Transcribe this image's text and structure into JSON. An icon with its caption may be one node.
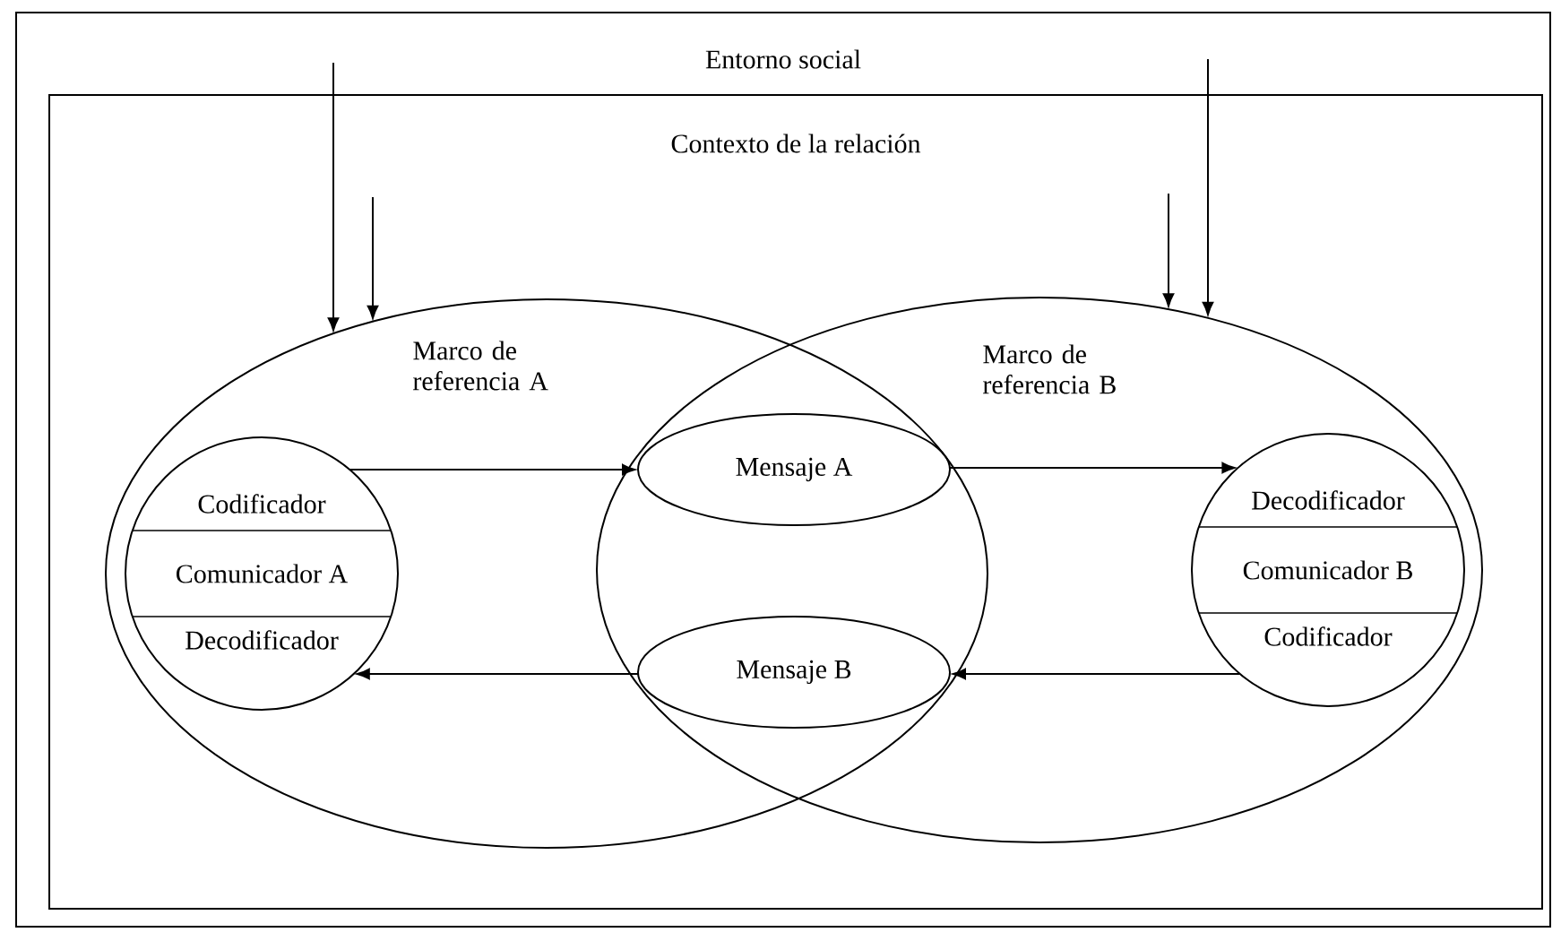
{
  "diagram": {
    "nodes": [
      {
        "text": [
          "Entorno social"
        ]
      },
      {
        "text": [
          "Contexto de la relación"
        ],
        "in": 0
      },
      {
        "text": [
          "Marco de referencia A"
        ],
        "in": 1
      },
      {
        "text": [
          "Marco de referencia B"
        ],
        "in": 1
      },
      {
        "text": [
          "Codificador",
          "Comunicador A",
          "Decodificador"
        ],
        "in": 2
      },
      {
        "text": [
          "Mensaje A"
        ]
      },
      {
        "text": [
          "Mensaje B"
        ]
      },
      {
        "text": [
          "Decodificador",
          "Comunicador B",
          "Codificador"
        ],
        "in": 3
      }
    ],
    "edges": [
      {
        "from": 4,
        "to": 5,
        "arrow": "to"
      },
      {
        "from": 5,
        "to": 7,
        "arrow": "to"
      },
      {
        "from": 7,
        "to": 6,
        "arrow": "to"
      },
      {
        "from": 6,
        "to": 4,
        "arrow": "to"
      },
      {
        "from": null,
        "to": 2,
        "arrow": "to"
      },
      {
        "from": null,
        "to": 2,
        "arrow": "to"
      },
      {
        "from": null,
        "to": 3,
        "arrow": "to"
      },
      {
        "from": null,
        "to": 3,
        "arrow": "to"
      }
    ]
  }
}
